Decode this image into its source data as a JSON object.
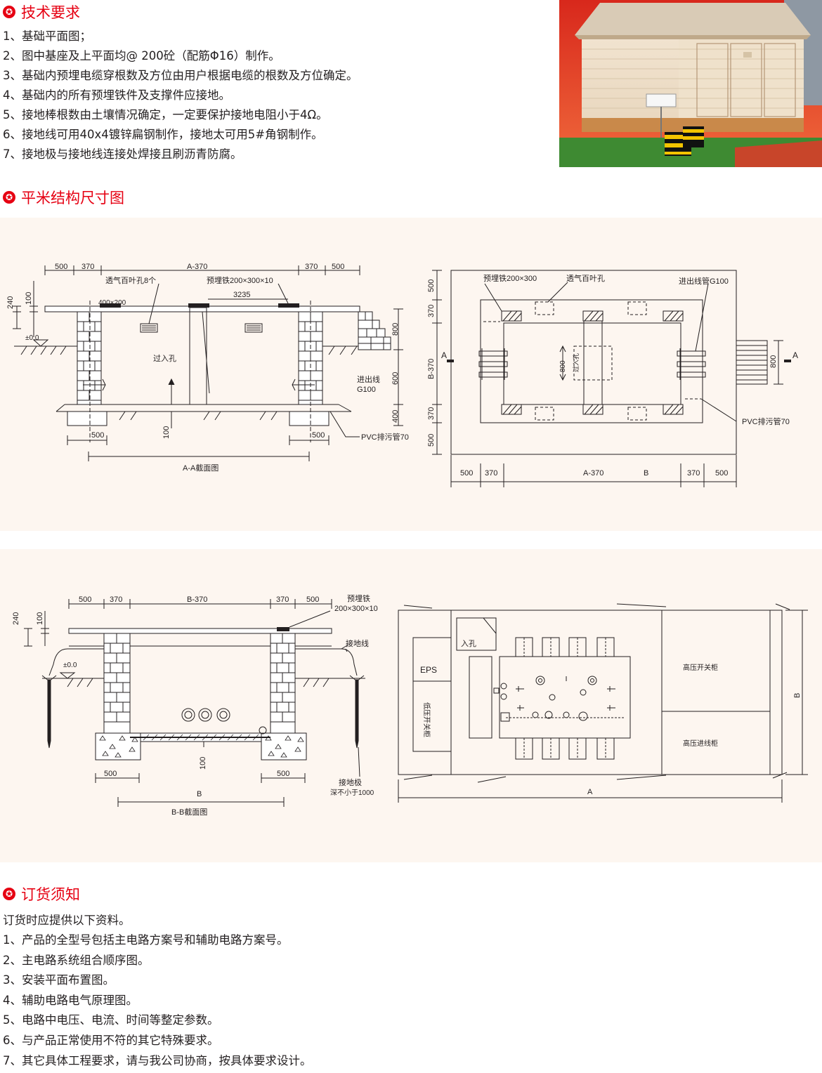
{
  "tech": {
    "title": "技术要求",
    "items": [
      "1、基础平面图；",
      "2、图中基座及上平面均@ 200砼（配筋Φ16）制作。",
      "3、基础内预埋电缆穿根数及方位由用户根据电缆的根数及方位确定。",
      "4、基础内的所有预埋铁件及支撑件应接地。",
      "5、接地棒根数由土壤情况确定，一定要保护接地电阻小于4Ω。",
      "6、接地线可用40x4镀锌扁钢制作，接地太可用5#角钢制作。",
      "7、接地极与接地线连接处焊接且刷沥青防腐。"
    ]
  },
  "structure": {
    "title": "平米结构尺寸图"
  },
  "diagramAA": {
    "dim500": "500",
    "dim370": "370",
    "dimA370": "A-370",
    "dim240": "240",
    "dim100": "100",
    "dim800": "800",
    "dim600": "600",
    "dim400": "400",
    "dim3235": "3235",
    "vent": "透气百叶孔8个",
    "embed": "预埋铁200×300×10",
    "size400": "400×200",
    "zero": "±0.0",
    "manhole": "过入孔",
    "outlineLine1": "进出线",
    "outlineLine2": "G100",
    "pvc": "PVC排污管70",
    "caption": "A-A截面图"
  },
  "diagramPlan": {
    "embed": "预埋铁200×300",
    "vent": "透气百叶孔",
    "pipe": "进出线管G100",
    "markA": "A",
    "dimB370": "B-370",
    "dim800": "800",
    "manhole": "过入孔",
    "pvc": "PVC排污管70",
    "dim500": "500",
    "dim370": "370",
    "dimA370": "A-370",
    "dimB": "B"
  },
  "diagramBB": {
    "dim500": "500",
    "dim370": "370",
    "dimB370": "B-370",
    "dim240": "240",
    "dim100": "100",
    "embedLine1": "预埋铁",
    "embedLine2": "200×300×10",
    "zero": "±0.0",
    "groundWire": "接地线",
    "electrode": "接地极",
    "electrodeNote": "深不小于1000",
    "dimB": "B",
    "caption": "B-B截面图"
  },
  "diagramLayout": {
    "manhole": "入孔",
    "eps": "EPS",
    "lowCab": "低压开关柜",
    "hvSwitch": "高压开关柜",
    "hvIn": "高压进线柜",
    "dimA": "A",
    "dimB": "B"
  },
  "order": {
    "title": "订货须知",
    "intro": "订货时应提供以下资料。",
    "items": [
      "1、产品的全型号包括主电路方案号和辅助电路方案号。",
      "2、主电路系统组合顺序图。",
      "3、安装平面布置图。",
      "4、辅助电路电气原理图。",
      "5、电路中电压、电流、时间等整定参数。",
      "6、与产品正常使用不符的其它特殊要求。",
      "7、其它具体工程要求，请与我公司协商，按具体要求设计。"
    ]
  },
  "colors": {
    "accent": "#e60012",
    "panel": "#fdf6f0"
  }
}
